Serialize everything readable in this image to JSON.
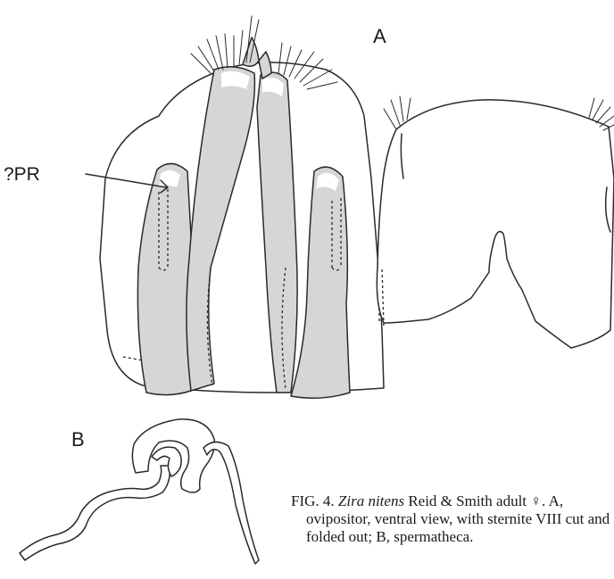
{
  "figure": {
    "panel_a_label": "A",
    "panel_b_label": "B",
    "callout_label": "?PR"
  },
  "caption": {
    "prefix": "FIG. 4.",
    "species": "Zira nitens",
    "rest": "Reid & Smith adult ♀. A, ovipositor, ventral view, with sternite VIII cut and folded out; B, spermatheca."
  }
}
